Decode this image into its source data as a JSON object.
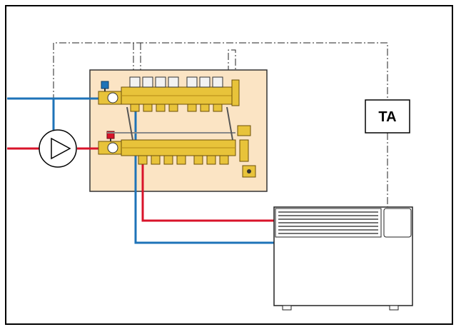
{
  "diagram": {
    "thermostat_label": "TA",
    "colors": {
      "frame": "#000000",
      "supply_pipe": "#d9132a",
      "return_pipe": "#1e73b8",
      "panel": "#fbe4c4",
      "brass": "#e8c33a",
      "brass_dark": "#b58a14",
      "valve_head": "#f2f2f2",
      "control_line": "#222222"
    },
    "components": {
      "pump": "circulation-pump-icon",
      "manifold": "floor-heating-manifold",
      "thermostat": "room-thermostat-box",
      "radiator": "panel-radiator-icon"
    }
  }
}
